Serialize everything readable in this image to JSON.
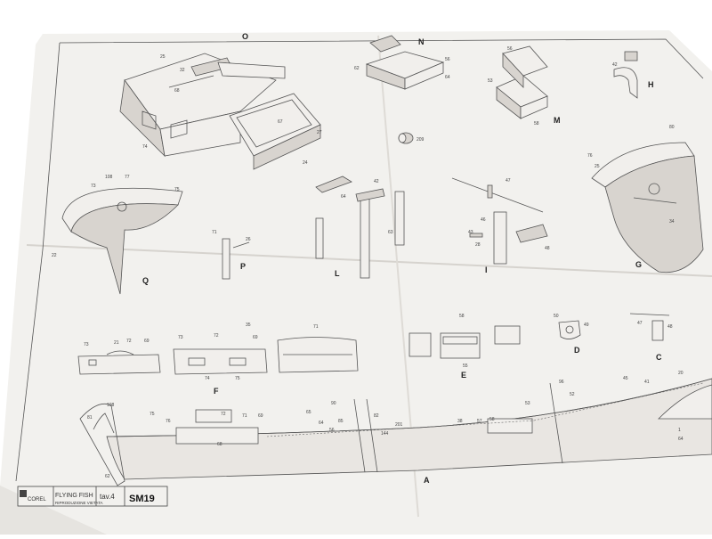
{
  "sheet": {
    "model_name": "FLYING FISH",
    "plate": "tav.4",
    "code": "SM19",
    "brand": "COREL",
    "notice": "RIPRODUZIONE VIETATA"
  },
  "views": {
    "O": "O",
    "N": "N",
    "M": "M",
    "H": "H",
    "Q": "Q",
    "P": "P",
    "L": "L",
    "I": "I",
    "G": "G",
    "F": "F",
    "E": "E",
    "D": "D",
    "C": "C",
    "A": "A"
  },
  "part_numbers": {
    "o": [
      "68",
      "67",
      "27",
      "24",
      "74",
      "32",
      "25"
    ],
    "n": [
      "56",
      "62",
      "64"
    ],
    "m": [
      "56",
      "53",
      "58"
    ],
    "center": [
      "209"
    ],
    "h": [
      "42"
    ],
    "q": [
      "108",
      "77",
      "73",
      "75",
      "22"
    ],
    "p": [
      "71",
      "26"
    ],
    "l": [
      "64",
      "63",
      "42"
    ],
    "i": [
      "47",
      "46",
      "43",
      "48",
      "28"
    ],
    "g": [
      "80",
      "76",
      "25",
      "34"
    ],
    "f": [
      "73",
      "21",
      "72",
      "69",
      "74",
      "75",
      "35",
      "71"
    ],
    "e": [
      "58",
      "55"
    ],
    "d": [
      "50",
      "49"
    ],
    "c": [
      "47",
      "48"
    ],
    "a": [
      "108",
      "81",
      "76",
      "75",
      "72",
      "71",
      "69",
      "65",
      "64",
      "56",
      "90",
      "85",
      "82",
      "201",
      "144",
      "38",
      "57",
      "58",
      "53",
      "96",
      "52",
      "45",
      "41",
      "20",
      "62",
      "68",
      "1",
      "64"
    ]
  }
}
